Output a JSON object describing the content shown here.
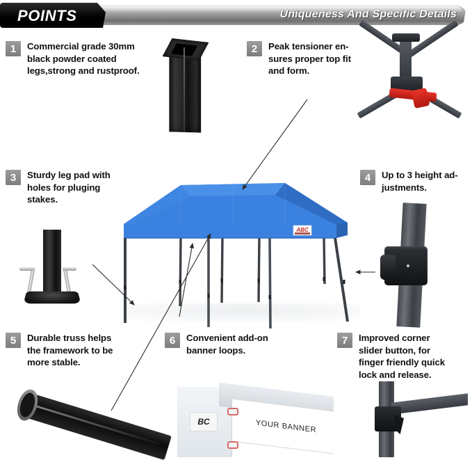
{
  "header": {
    "tag_label": "POINTS",
    "subtitle": "Uniqueness And Specific Details"
  },
  "points": [
    {
      "number": "1",
      "text": "Commercial grade 30mm\nblack powder coated\nlegs,strong and rustproof.",
      "photo": "square-leg-tube-photo"
    },
    {
      "number": "2",
      "text": "Peak tensioner en-\nsures proper top fit\nand form.",
      "photo": "peak-tensioner-photo"
    },
    {
      "number": "3",
      "text": "Sturdy leg pad with\nholes for pluging\nstakes.",
      "photo": "leg-pad-stakes-photo"
    },
    {
      "number": "4",
      "text": "Up to 3 height ad-\njustments.",
      "photo": "height-adjustment-photo"
    },
    {
      "number": "5",
      "text": "Durable truss helps\nthe framework to be\nmore stable.",
      "photo": "oval-truss-tube-photo"
    },
    {
      "number": "6",
      "text": "Convenient add-on\nbanner loops.",
      "photo": "banner-loops-photo"
    },
    {
      "number": "7",
      "text": "Improved corner\nslider button, for\nfinger friendly quick\nlock and release.",
      "photo": "corner-slider-button-photo"
    }
  ],
  "product": {
    "name": "pop-up-canopy-tent",
    "canopy_color": "#3b82e0",
    "canopy_color_dark": "#2f6dc4",
    "canopy_color_light": "#4a90e8",
    "leg_color": "#3c4146",
    "logo_text": "ABC"
  },
  "banner_photo": {
    "banner_text": "YOUR BANNER",
    "logo_text": "BC"
  },
  "badge_color": "#8c8c8c",
  "header_bar_color": "#8e8e8e"
}
